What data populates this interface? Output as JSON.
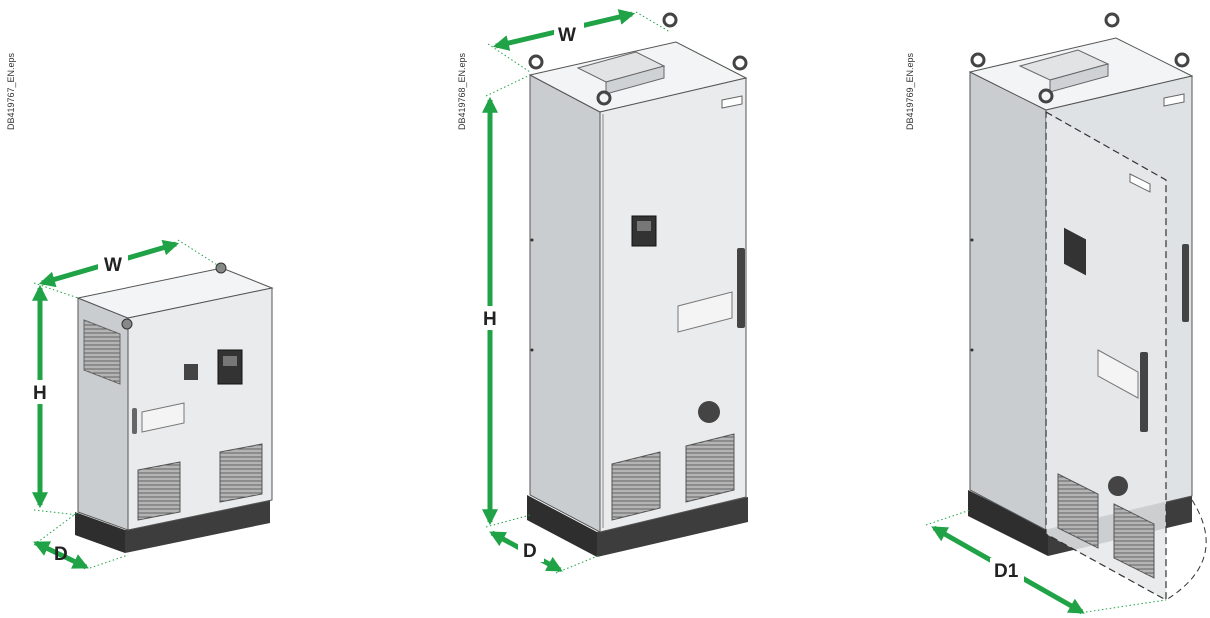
{
  "figures": [
    {
      "id": "small",
      "ref": "DB419767_EN.eps",
      "labels": {
        "width": "W",
        "height": "H",
        "depth": "D"
      }
    },
    {
      "id": "tall",
      "ref": "DB419768_EN.eps",
      "labels": {
        "width": "W",
        "height": "H",
        "depth": "D"
      }
    },
    {
      "id": "open",
      "ref": "DB419769_EN.eps",
      "labels": {
        "depth_open": "D1"
      }
    }
  ],
  "colors": {
    "dimension_arrow": "#1fa346",
    "cabinet_face": "#e9ebec",
    "cabinet_side": "#c9cdd0",
    "cabinet_top": "#f3f4f5",
    "plinth": "#3a3a3a",
    "outline": "#555555"
  }
}
